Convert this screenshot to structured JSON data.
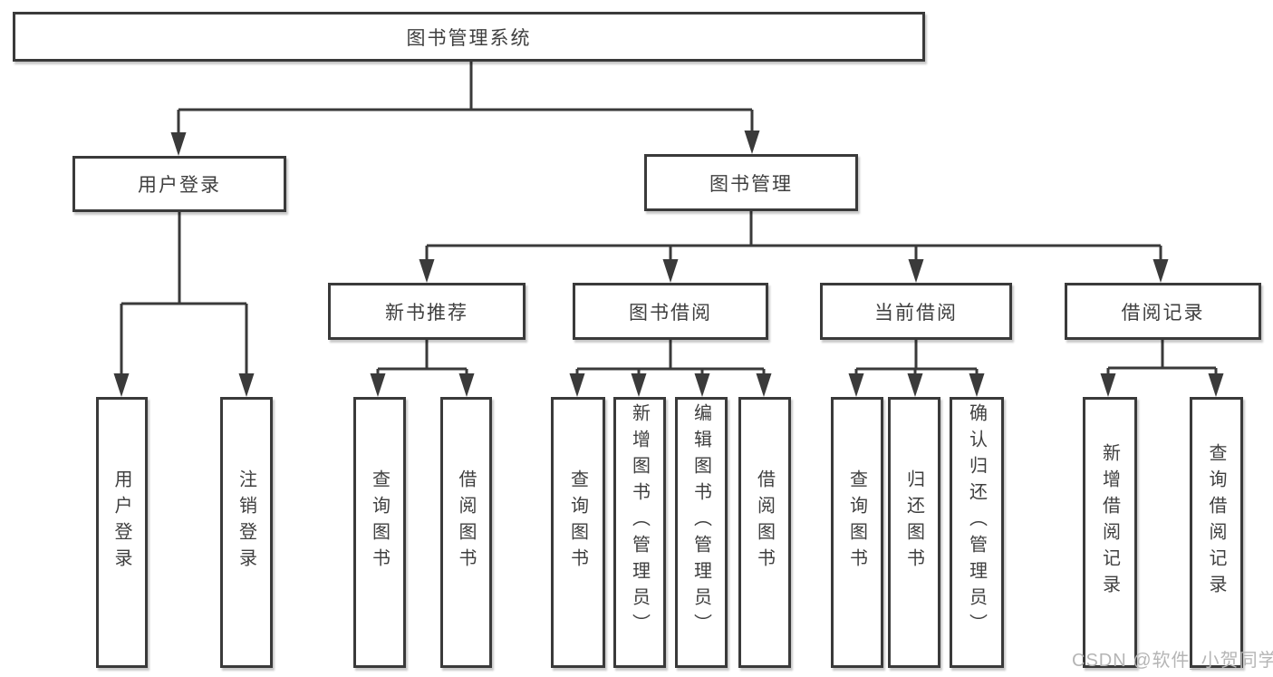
{
  "diagram": {
    "root": {
      "label": "图书管理系统"
    },
    "branches": [
      {
        "label": "用户登录",
        "children": [
          {
            "label": "用户登录"
          },
          {
            "label": "注销登录"
          }
        ]
      },
      {
        "label": "图书管理",
        "children": [
          {
            "label": "新书推荐",
            "children": [
              {
                "label": "查询图书"
              },
              {
                "label": "借阅图书"
              }
            ]
          },
          {
            "label": "图书借阅",
            "children": [
              {
                "label": "查询图书"
              },
              {
                "label": "新增图书（管理员）"
              },
              {
                "label": "编辑图书（管理员）"
              },
              {
                "label": "借阅图书"
              }
            ]
          },
          {
            "label": "当前借阅",
            "children": [
              {
                "label": "查询图书"
              },
              {
                "label": "归还图书"
              },
              {
                "label": "确认归还（管理员）"
              }
            ]
          },
          {
            "label": "借阅记录",
            "children": [
              {
                "label": "新增借阅记录"
              },
              {
                "label": "查询借阅记录"
              }
            ]
          }
        ]
      }
    ]
  },
  "watermark": {
    "text": "CSDN @软件_小贺同学"
  },
  "colors": {
    "line": "#3a3a3a",
    "text": "#3f3f3f",
    "watermark": "#b5b5b5",
    "background": "#ffffff"
  }
}
